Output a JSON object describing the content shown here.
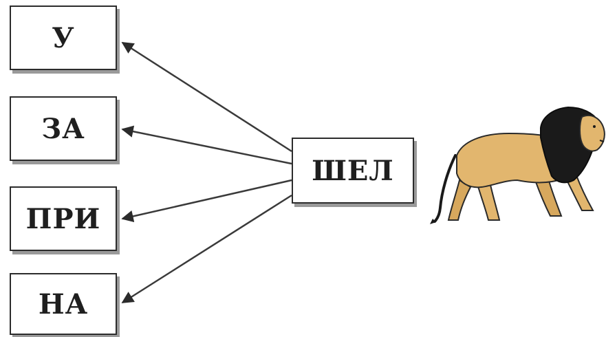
{
  "prefixes": [
    {
      "label": "У"
    },
    {
      "label": "ЗА"
    },
    {
      "label": "ПРИ"
    },
    {
      "label": "НА"
    }
  ],
  "root": {
    "label": "ШЕЛ"
  },
  "illustration": {
    "icon": "lion-icon",
    "body_color": "#e2b66e",
    "mane_color": "#1a1a1a"
  }
}
